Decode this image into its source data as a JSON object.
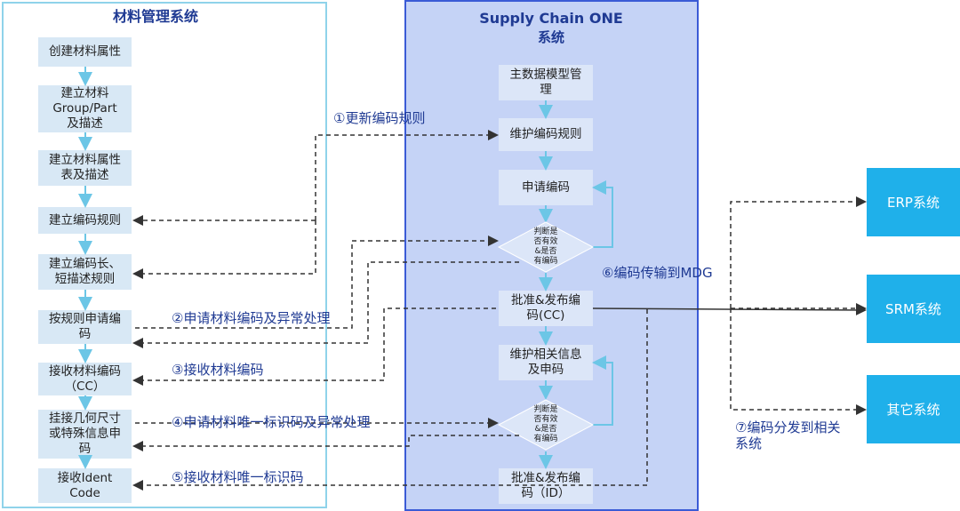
{
  "left_panel": {
    "title": "材料管理系统",
    "steps": [
      "创建材料属性",
      "建立材料\nGroup/Part\n及描述",
      "建立材料属性\n表及描述",
      "建立编码规则",
      "建立编码长、\n短描述规则",
      "按规则申请编\n码",
      "接收材料编码\n（CC）",
      "挂接几何尺寸\n或特殊信息申\n码",
      "接收Ident\nCode"
    ]
  },
  "right_panel": {
    "title_line1": "Supply Chain ONE",
    "title_line2": "系统",
    "steps": [
      "主数据模型管\n理",
      "维护编码规则",
      "申请编码",
      "批准&发布编\n码(CC)",
      "维护相关信息\n及申码",
      "批准&发布编\n码（ID）"
    ],
    "decision_1": "判断是\n否有效\n&是否\n有编码",
    "decision_2": "判断是\n否有效\n&是否\n有编码"
  },
  "external_systems": [
    "ERP系统",
    "SRM系统",
    "其它系统"
  ],
  "flow_labels": {
    "l1": "①更新编码规则",
    "l2": "②申请材料编码及异常处理",
    "l3": "③接收材料编码",
    "l4": "④申请材料唯一标识码及异常处理",
    "l5": "⑤接收材料唯一标识码",
    "l6": "⑥编码传输到MDG",
    "l7": "⑦编码分发到相关\n系统"
  },
  "colors": {
    "left_border": "#8fd3ea",
    "right_bg": "#c5d3f6",
    "right_border": "#3b5bd6",
    "step_box": "#d8e8f5",
    "system_box": "#1fb0ea",
    "title_text": "#1f3a93",
    "connector": "#6cc6e6"
  }
}
